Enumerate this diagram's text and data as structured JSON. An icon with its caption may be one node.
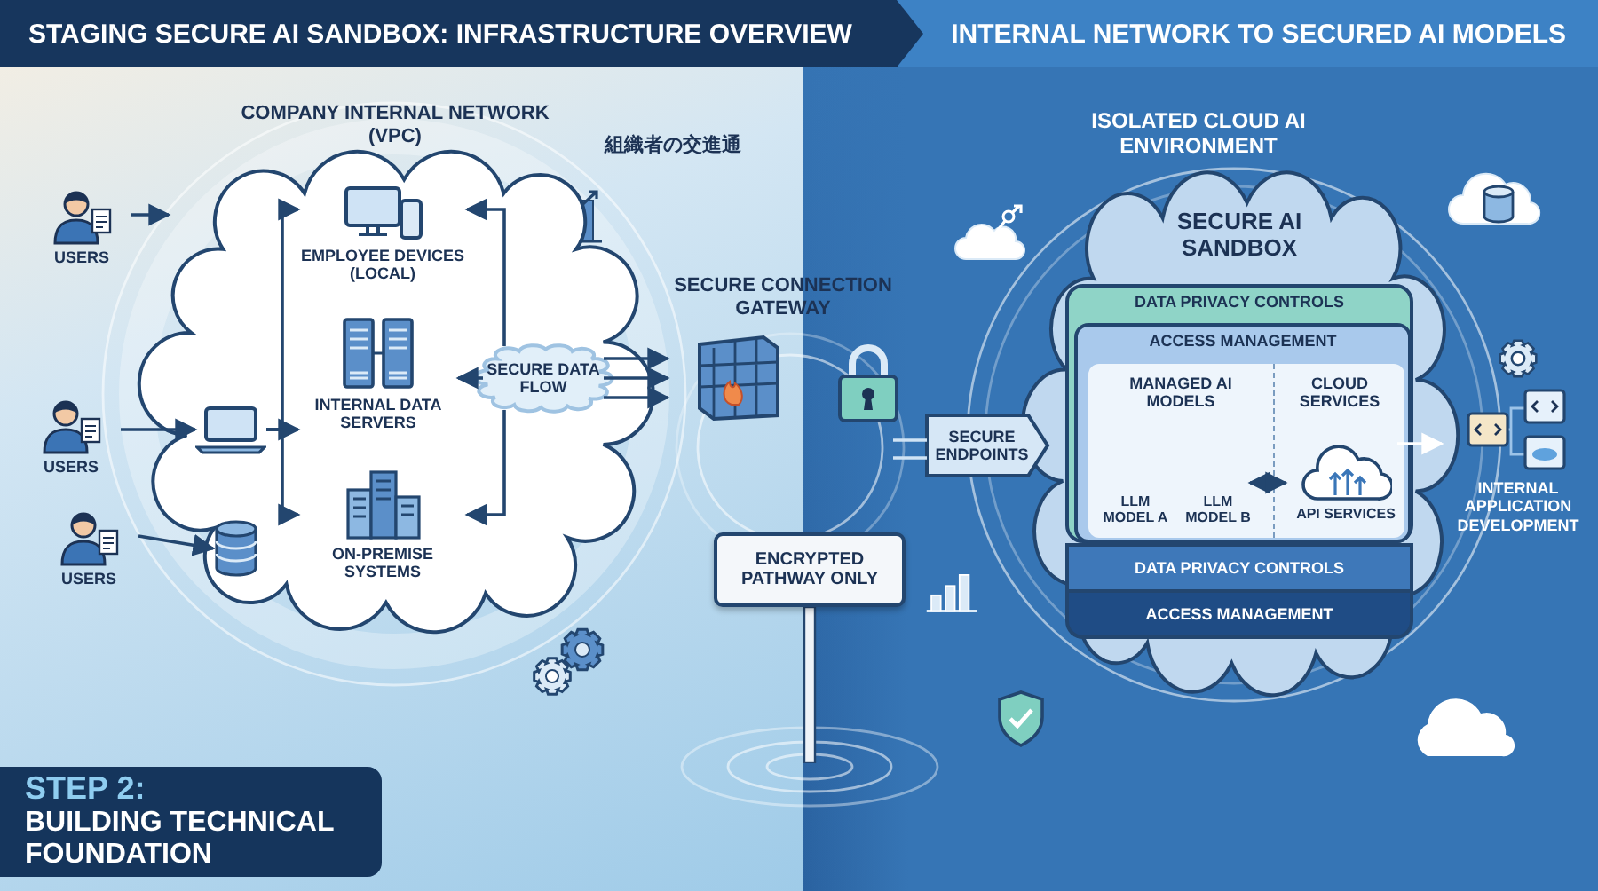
{
  "diagram": {
    "title": "STAGING SECURE AI SANDBOX: INFRASTRUCTURE OVERVIEW",
    "nodes": [
      {
        "text": [
          "COMPANY INTERNAL NETWORK (VPC)"
        ]
      },
      {
        "text": [
          "USERS"
        ]
      },
      {
        "text": [
          "USERS"
        ]
      },
      {
        "text": [
          "USERS"
        ]
      },
      {
        "text": [],
        "shape": "box",
        "in": 0
      },
      {
        "text": [],
        "shape": "cylinder",
        "in": 0
      },
      {
        "text": [
          "EMPLOYEE DEVICES (LOCAL)"
        ],
        "in": 0
      },
      {
        "text": [
          "INTERNAL DATA SERVERS"
        ],
        "in": 0
      },
      {
        "text": [
          "ON-PREMISE SYSTEMS"
        ],
        "in": 0
      },
      {
        "text": [
          "SECURE DATA FLOW"
        ],
        "in": 0
      },
      {
        "text": [
          "SECURE CONNECTION GATEWAY"
        ]
      },
      {
        "text": [
          "ENCRYPTED PATHWAY ONLY"
        ]
      },
      {
        "text": [
          "SECURE AI SANDBOX"
        ]
      },
      {
        "text": [
          "DATA PRIVACY CONTROLS"
        ],
        "in": 12
      },
      {
        "text": [
          "ACCESS MANAGEMENT"
        ],
        "in": 13
      },
      {
        "text": [
          "MANAGED AI MODELS"
        ],
        "in": 14
      },
      {
        "text": [
          "CLOUD SERVICES"
        ],
        "in": 14
      },
      {
        "text": [
          "LLM MODEL A"
        ],
        "in": 15
      },
      {
        "text": [
          "LLM MODEL B"
        ],
        "in": 15
      },
      {
        "text": [
          "API SERVICES"
        ],
        "in": 16
      },
      {
        "text": [
          "DATA PRIVACY CONTROLS"
        ],
        "in": 12
      },
      {
        "text": [
          "ACCESS MANAGEMENT"
        ],
        "in": 12
      },
      {
        "text": [
          "SECURE ENDPOINTS"
        ]
      },
      {
        "text": [
          "INTERNAL APPLICATION DEVELOPMENT"
        ]
      },
      {
        "text": [
          "STEP 2:",
          "BUILDING TECHNICAL FOUNDATION"
        ]
      }
    ],
    "edges": [
      {
        "from": 1,
        "to": 0,
        "arrow": "to"
      },
      {
        "from": 2,
        "to": 4,
        "arrow": "to"
      },
      {
        "from": 3,
        "to": 5,
        "arrow": "to"
      },
      {
        "from": 4,
        "to": 7,
        "arrow": "to"
      },
      {
        "from": 4,
        "to": 6,
        "arrow": "to"
      },
      {
        "from": 4,
        "to": 8,
        "arrow": "to"
      },
      {
        "from": 9,
        "to": 6,
        "arrow": "to"
      },
      {
        "from": 9,
        "to": 7,
        "arrow": "to"
      },
      {
        "from": 9,
        "to": 8,
        "arrow": "to"
      },
      {
        "from": 9,
        "to": 10,
        "arrow": "to"
      },
      {
        "from": 9,
        "to": 10,
        "arrow": "to"
      },
      {
        "from": 9,
        "to": 10,
        "arrow": "to"
      },
      {
        "from": 10,
        "to": 22,
        "arrow": "none",
        "color": "#cfe3f5"
      },
      {
        "from": 10,
        "to": 22,
        "arrow": "none",
        "color": "#cfe3f5"
      },
      {
        "from": 18,
        "to": 19,
        "arrow": "both"
      },
      {
        "from": 16,
        "to": 23,
        "arrow": "to",
        "color": "#ffffff"
      }
    ],
    "labels": [
      "INTERNAL NETWORK TO SECURED AI MODELS",
      "組織者の交進通",
      "ISOLATED CLOUD AI ENVIRONMENT"
    ]
  }
}
